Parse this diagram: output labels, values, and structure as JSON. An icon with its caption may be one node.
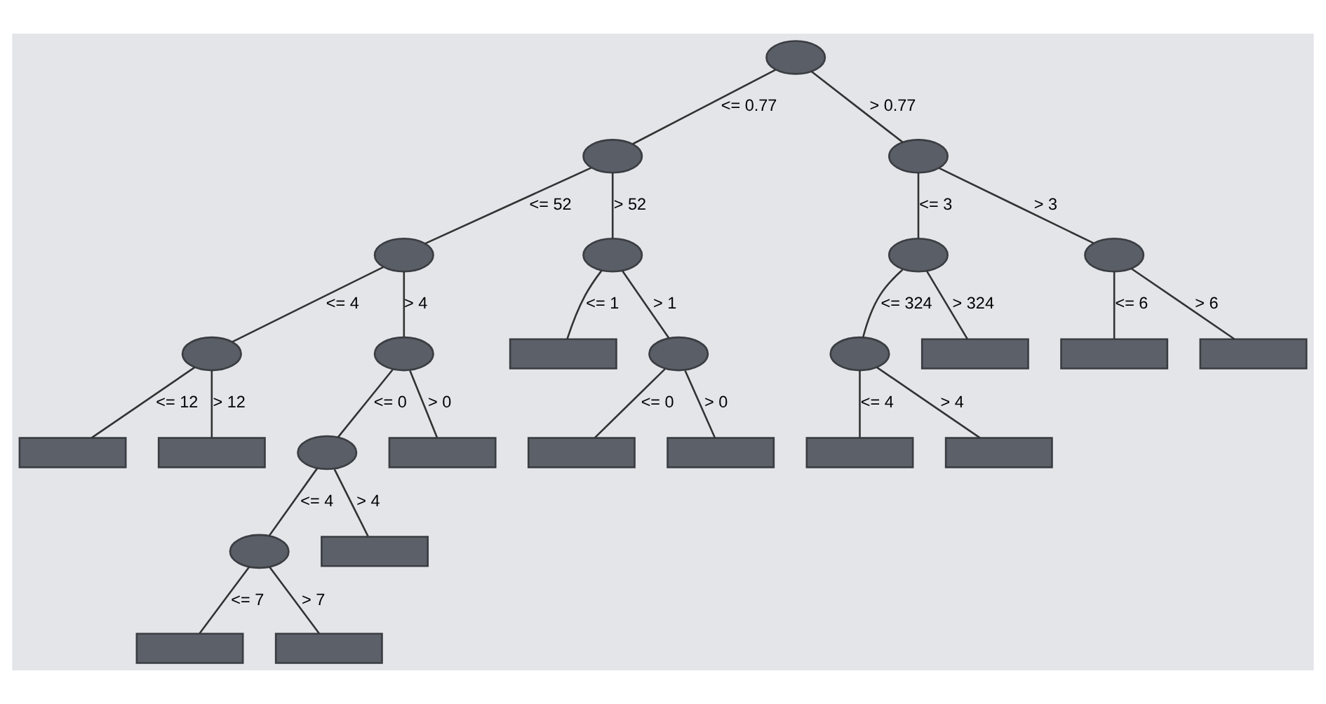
{
  "diagram": {
    "nodes": [
      {
        "text": [],
        "shape": "ellipse"
      },
      {
        "text": [],
        "shape": "ellipse"
      },
      {
        "text": [],
        "shape": "ellipse"
      },
      {
        "text": [],
        "shape": "ellipse"
      },
      {
        "text": [],
        "shape": "ellipse"
      },
      {
        "text": [],
        "shape": "ellipse"
      },
      {
        "text": [],
        "shape": "ellipse"
      },
      {
        "text": [],
        "shape": "ellipse"
      },
      {
        "text": [],
        "shape": "ellipse"
      },
      {
        "text": [],
        "shape": "box"
      },
      {
        "text": [],
        "shape": "ellipse"
      },
      {
        "text": [],
        "shape": "ellipse"
      },
      {
        "text": [],
        "shape": "box"
      },
      {
        "text": [],
        "shape": "box"
      },
      {
        "text": [],
        "shape": "box"
      },
      {
        "text": [],
        "shape": "box"
      },
      {
        "text": [],
        "shape": "box"
      },
      {
        "text": [],
        "shape": "ellipse"
      },
      {
        "text": [],
        "shape": "box"
      },
      {
        "text": [],
        "shape": "box"
      },
      {
        "text": [],
        "shape": "box"
      },
      {
        "text": [],
        "shape": "box"
      },
      {
        "text": [],
        "shape": "box"
      },
      {
        "text": [],
        "shape": "ellipse"
      },
      {
        "text": [],
        "shape": "box"
      },
      {
        "text": [],
        "shape": "box"
      },
      {
        "text": [],
        "shape": "box"
      }
    ],
    "edges": [
      {
        "from": 0,
        "to": 1,
        "arrow": "none",
        "label": "<= 0.77"
      },
      {
        "from": 0,
        "to": 2,
        "arrow": "none",
        "label": "> 0.77"
      },
      {
        "from": 1,
        "to": 3,
        "arrow": "none",
        "label": "<= 52"
      },
      {
        "from": 1,
        "to": 4,
        "arrow": "none",
        "label": "> 52"
      },
      {
        "from": 2,
        "to": 5,
        "arrow": "none",
        "label": "<= 3"
      },
      {
        "from": 2,
        "to": 6,
        "arrow": "none",
        "label": "> 3"
      },
      {
        "from": 3,
        "to": 7,
        "arrow": "none",
        "label": "<= 4"
      },
      {
        "from": 3,
        "to": 8,
        "arrow": "none",
        "label": "> 4"
      },
      {
        "from": 4,
        "to": 9,
        "arrow": "none",
        "label": "<= 1"
      },
      {
        "from": 4,
        "to": 10,
        "arrow": "none",
        "label": "> 1"
      },
      {
        "from": 5,
        "to": 11,
        "arrow": "none",
        "label": "<= 324"
      },
      {
        "from": 5,
        "to": 12,
        "arrow": "none",
        "label": "> 324"
      },
      {
        "from": 6,
        "to": 13,
        "arrow": "none",
        "label": "<= 6"
      },
      {
        "from": 6,
        "to": 14,
        "arrow": "none",
        "label": "> 6"
      },
      {
        "from": 7,
        "to": 15,
        "arrow": "none",
        "label": "<= 12"
      },
      {
        "from": 7,
        "to": 16,
        "arrow": "none",
        "label": "> 12"
      },
      {
        "from": 8,
        "to": 17,
        "arrow": "none",
        "label": "<= 0"
      },
      {
        "from": 8,
        "to": 18,
        "arrow": "none",
        "label": "> 0"
      },
      {
        "from": 10,
        "to": 19,
        "arrow": "none",
        "label": "<= 0"
      },
      {
        "from": 10,
        "to": 20,
        "arrow": "none",
        "label": "> 0"
      },
      {
        "from": 11,
        "to": 21,
        "arrow": "none",
        "label": "<= 4"
      },
      {
        "from": 11,
        "to": 22,
        "arrow": "none",
        "label": "> 4"
      },
      {
        "from": 17,
        "to": 23,
        "arrow": "none",
        "label": "<= 4"
      },
      {
        "from": 17,
        "to": 24,
        "arrow": "none",
        "label": "> 4"
      },
      {
        "from": 23,
        "to": 25,
        "arrow": "none",
        "label": "<= 7"
      },
      {
        "from": 23,
        "to": 26,
        "arrow": "none",
        "label": "> 7"
      }
    ]
  }
}
